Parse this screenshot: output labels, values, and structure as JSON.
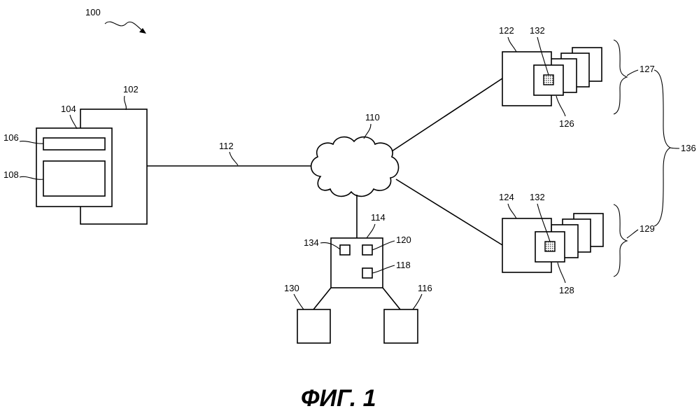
{
  "caption": "ФИГ. 1",
  "labels": {
    "n100": "100",
    "n102": "102",
    "n104": "104",
    "n106": "106",
    "n108": "108",
    "n110": "110",
    "n112": "112",
    "n114": "114",
    "n116": "116",
    "n118": "118",
    "n120": "120",
    "n122": "122",
    "n124": "124",
    "n126": "126",
    "n127": "127",
    "n128": "128",
    "n129": "129",
    "n130": "130",
    "n132a": "132",
    "n132b": "132",
    "n134": "134",
    "n136": "136"
  },
  "colors": {
    "ink": "#000000",
    "background": "#ffffff",
    "chip_fill": "#9a9a9a"
  }
}
